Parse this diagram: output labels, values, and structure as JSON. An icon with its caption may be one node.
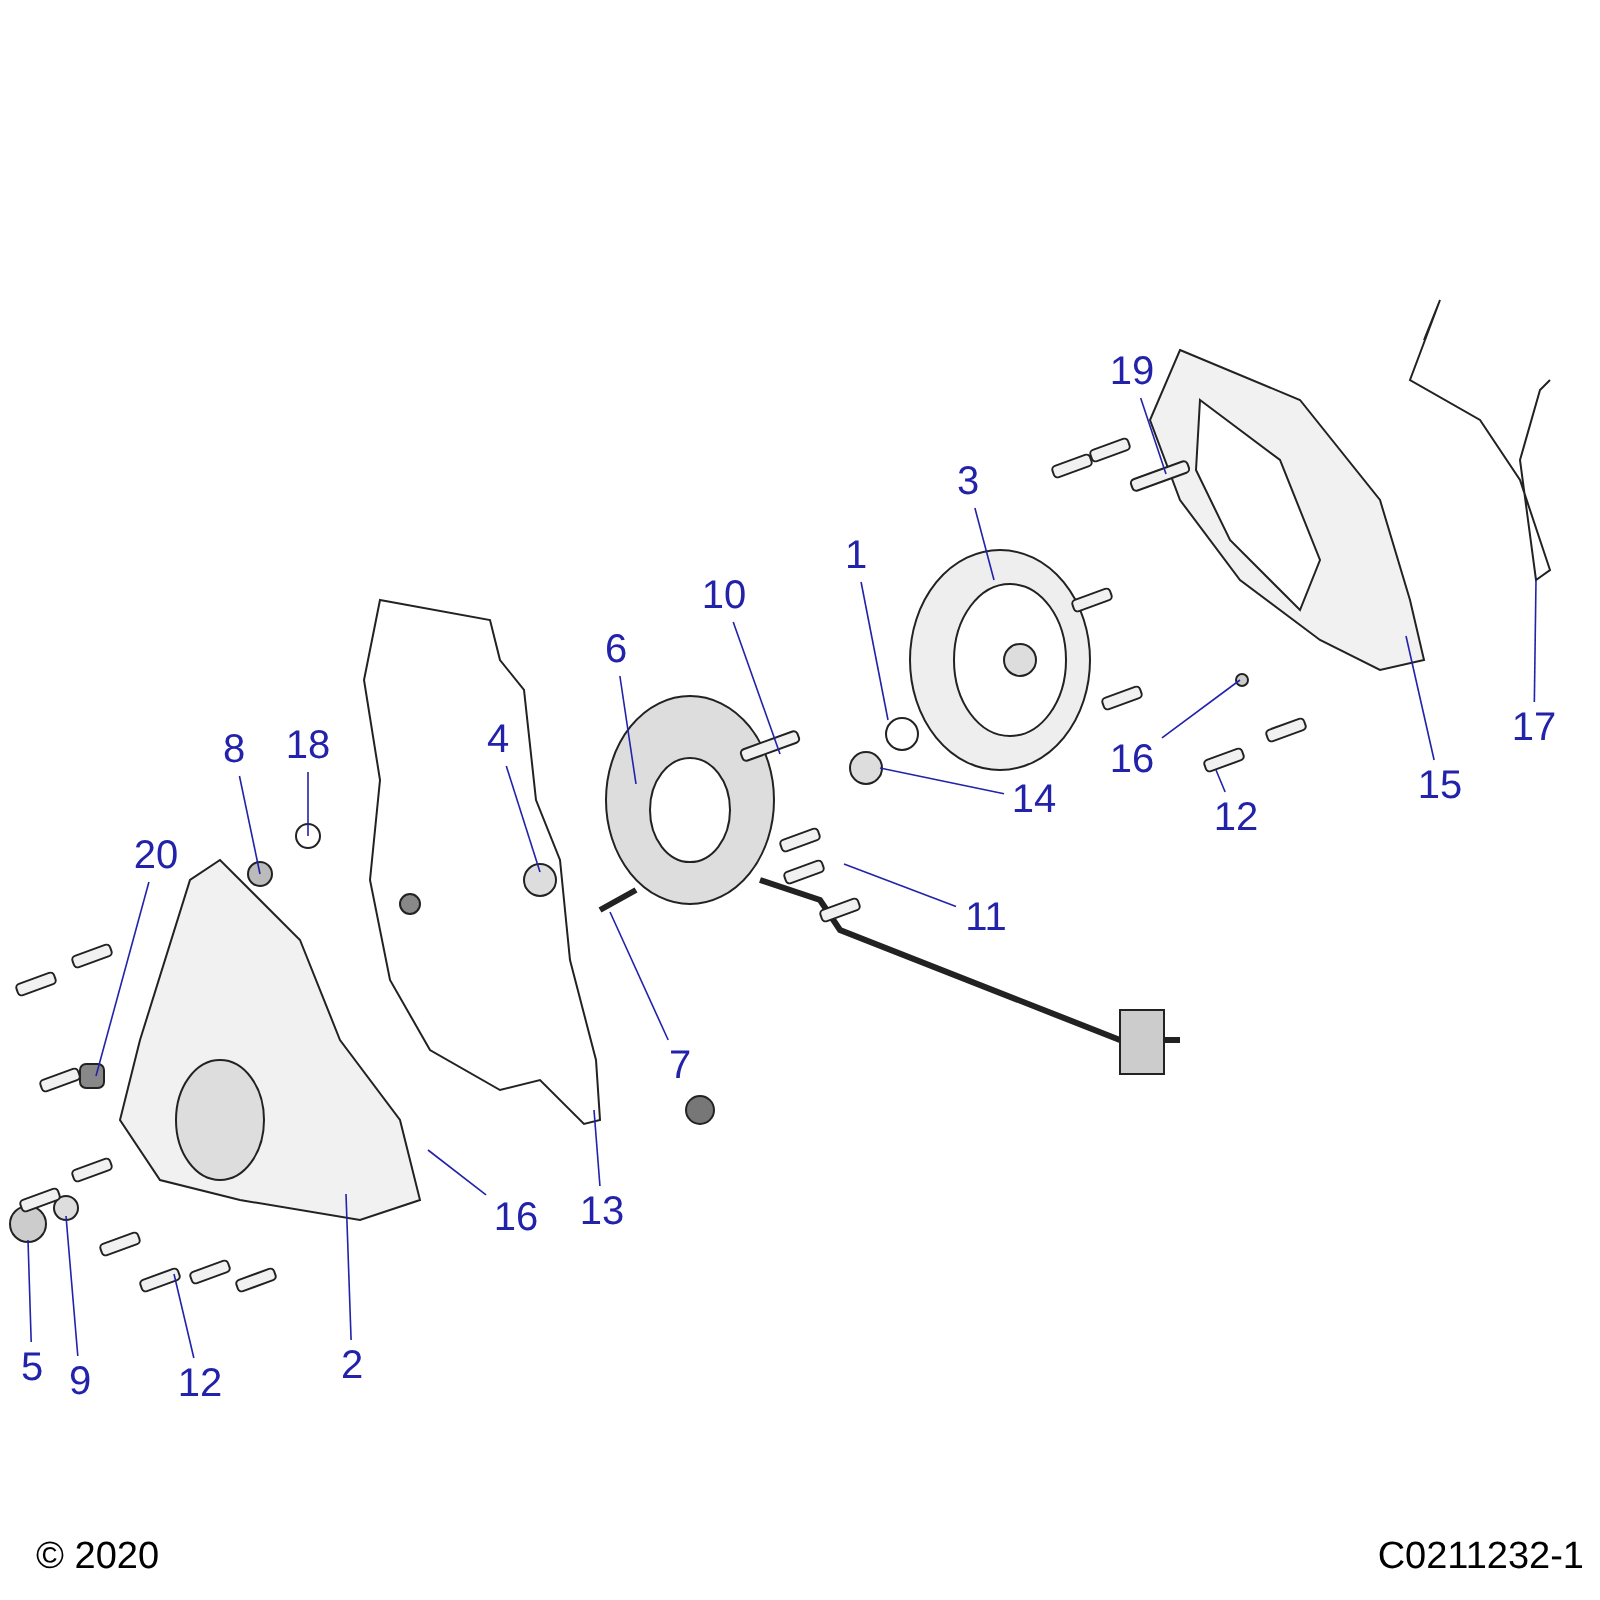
{
  "diagram": {
    "nodes": [
      {
        "text": [
          "19"
        ]
      },
      {
        "text": [
          "3"
        ]
      },
      {
        "text": [
          "1"
        ]
      },
      {
        "text": [
          "10"
        ]
      },
      {
        "text": [
          "6"
        ]
      },
      {
        "text": [
          "4"
        ]
      },
      {
        "text": [
          "8"
        ]
      },
      {
        "text": [
          "18"
        ]
      },
      {
        "text": [
          "20"
        ]
      },
      {
        "text": [
          "16"
        ]
      },
      {
        "text": [
          "17"
        ]
      },
      {
        "text": [
          "15"
        ]
      },
      {
        "text": [
          "12"
        ]
      },
      {
        "text": [
          "14"
        ]
      },
      {
        "text": [
          "11"
        ]
      },
      {
        "text": [
          "7"
        ]
      },
      {
        "text": [
          "16"
        ]
      },
      {
        "text": [
          "13"
        ]
      },
      {
        "text": [
          "2"
        ]
      },
      {
        "text": [
          "5"
        ]
      },
      {
        "text": [
          "9"
        ]
      },
      {
        "text": [
          "12"
        ]
      }
    ],
    "edges": [
      {
        "from": 0,
        "to": null,
        "arrow": "none"
      },
      {
        "from": 1,
        "to": null,
        "arrow": "none"
      },
      {
        "from": 2,
        "to": null,
        "arrow": "none"
      },
      {
        "from": 3,
        "to": null,
        "arrow": "none"
      },
      {
        "from": 4,
        "to": null,
        "arrow": "none"
      },
      {
        "from": 5,
        "to": null,
        "arrow": "none"
      },
      {
        "from": 6,
        "to": null,
        "arrow": "none"
      },
      {
        "from": 7,
        "to": null,
        "arrow": "none"
      },
      {
        "from": 8,
        "to": null,
        "arrow": "none"
      },
      {
        "from": 9,
        "to": null,
        "arrow": "none"
      },
      {
        "from": 10,
        "to": null,
        "arrow": "none"
      },
      {
        "from": 11,
        "to": null,
        "arrow": "none"
      },
      {
        "from": 12,
        "to": null,
        "arrow": "none"
      },
      {
        "from": 13,
        "to": null,
        "arrow": "none"
      },
      {
        "from": 14,
        "to": null,
        "arrow": "none"
      },
      {
        "from": 15,
        "to": null,
        "arrow": "none"
      },
      {
        "from": 16,
        "to": null,
        "arrow": "none"
      },
      {
        "from": 17,
        "to": null,
        "arrow": "none"
      },
      {
        "from": 18,
        "to": null,
        "arrow": "none"
      },
      {
        "from": 19,
        "to": null,
        "arrow": "none"
      },
      {
        "from": 20,
        "to": null,
        "arrow": "none"
      },
      {
        "from": 21,
        "to": null,
        "arrow": "none"
      }
    ],
    "labels": [
      "© 2020",
      "C0211232-1"
    ]
  }
}
